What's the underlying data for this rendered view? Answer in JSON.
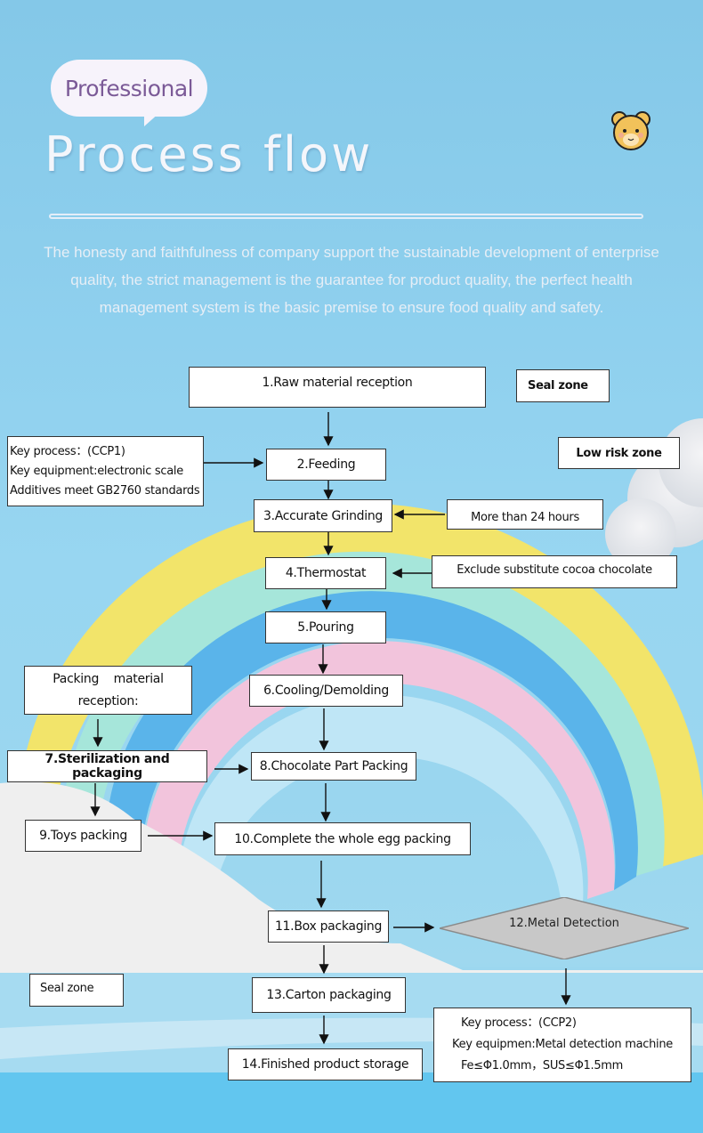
{
  "header": {
    "badge": "Professional",
    "title": "Process flow",
    "mascot_icon": "bear-face-icon",
    "intro_lines": [
      "The honesty and faithfulness of company support the sustainable development of enterprise",
      "quality, the strict management is the guarantee for product quality, the perfect health",
      "management system is the basic premise to ensure food quality and safety."
    ]
  },
  "colors": {
    "sky": "#8fd0ee",
    "badge_text": "#7b5a97",
    "rainbow_yellow": "#f2e46a",
    "rainbow_mint": "#a6e6da",
    "rainbow_blue": "#5ab4ea",
    "rainbow_pink": "#f2c4dc",
    "diamond_fill": "#c8c8c8"
  },
  "zones": {
    "seal_zone_top": "Seal zone",
    "low_risk_zone": "Low risk zone",
    "seal_zone_bottom": "Seal zone"
  },
  "steps": [
    {
      "id": 1,
      "label": "1.Raw material reception"
    },
    {
      "id": 2,
      "label": "2.Feeding"
    },
    {
      "id": 3,
      "label": "3.Accurate Grinding"
    },
    {
      "id": 4,
      "label": "4.Thermostat"
    },
    {
      "id": 5,
      "label": "5.Pouring"
    },
    {
      "id": 6,
      "label": "6.Cooling/Demolding"
    },
    {
      "id": 7,
      "label": "7.Sterilization and packaging"
    },
    {
      "id": 8,
      "label": "8.Chocolate Part Packing"
    },
    {
      "id": 9,
      "label": "9.Toys packing"
    },
    {
      "id": 10,
      "label": "10.Complete the whole egg packing"
    },
    {
      "id": 11,
      "label": "11.Box packaging"
    },
    {
      "id": 12,
      "label": "12.Metal Detection"
    },
    {
      "id": 13,
      "label": "13.Carton packaging"
    },
    {
      "id": 14,
      "label": "14.Finished product storage"
    }
  ],
  "notes": {
    "ccp1": [
      "Key process：(CCP1)",
      "Key equipment:electronic scale",
      "Additives meet GB2760 standards"
    ],
    "grinding_time": "More than 24 hours",
    "thermostat_note": "Exclude substitute cocoa chocolate",
    "packing_material": [
      "Packing    material",
      "reception:"
    ],
    "ccp2": [
      "Key process：(CCP2)",
      "Key equipmen:Metal detection machine",
      "Fe≤Φ1.0mm，SUS≤Φ1.5mm"
    ]
  }
}
